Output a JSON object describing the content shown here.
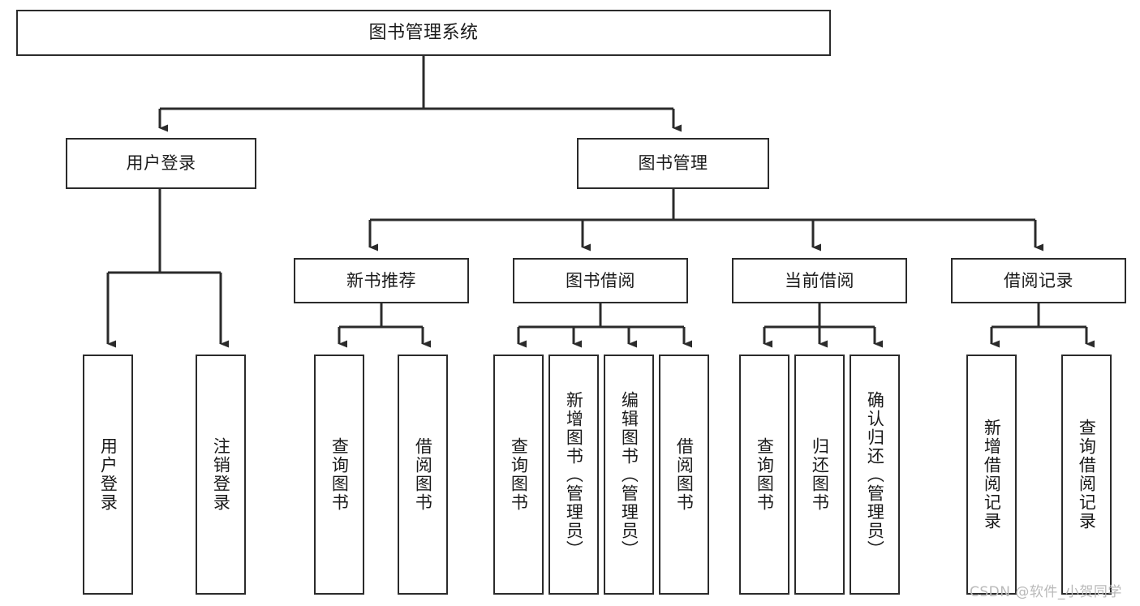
{
  "diagram": {
    "title": "图书管理系统",
    "type": "tree-hierarchy",
    "orientation": "top-down",
    "line_color": "#2b2b2b",
    "box_fill": "#ffffff",
    "text_color": "#1a1a1a"
  },
  "nodes": {
    "root": {
      "label": "图书管理系统"
    },
    "level2": [
      {
        "label": "用户登录"
      },
      {
        "label": "图书管理"
      }
    ],
    "level3": [
      {
        "label": "新书推荐"
      },
      {
        "label": "图书借阅"
      },
      {
        "label": "当前借阅"
      },
      {
        "label": "借阅记录"
      }
    ],
    "leaves_user_login": [
      {
        "label": "用户登录"
      },
      {
        "label": "注销登录"
      }
    ],
    "leaves_new_book": [
      {
        "label": "查询图书"
      },
      {
        "label": "借阅图书"
      }
    ],
    "leaves_borrow": [
      {
        "label": "查询图书"
      },
      {
        "label": "新增图书（管理员）"
      },
      {
        "label": "编辑图书（管理员）"
      },
      {
        "label": "借阅图书"
      }
    ],
    "leaves_current": [
      {
        "label": "查询图书"
      },
      {
        "label": "归还图书"
      },
      {
        "label": "确认归还（管理员）"
      }
    ],
    "leaves_record": [
      {
        "label": "新增借阅记录"
      },
      {
        "label": "查询借阅记录"
      }
    ]
  },
  "watermark": {
    "text": "CSDN @软件_小贺同学"
  }
}
